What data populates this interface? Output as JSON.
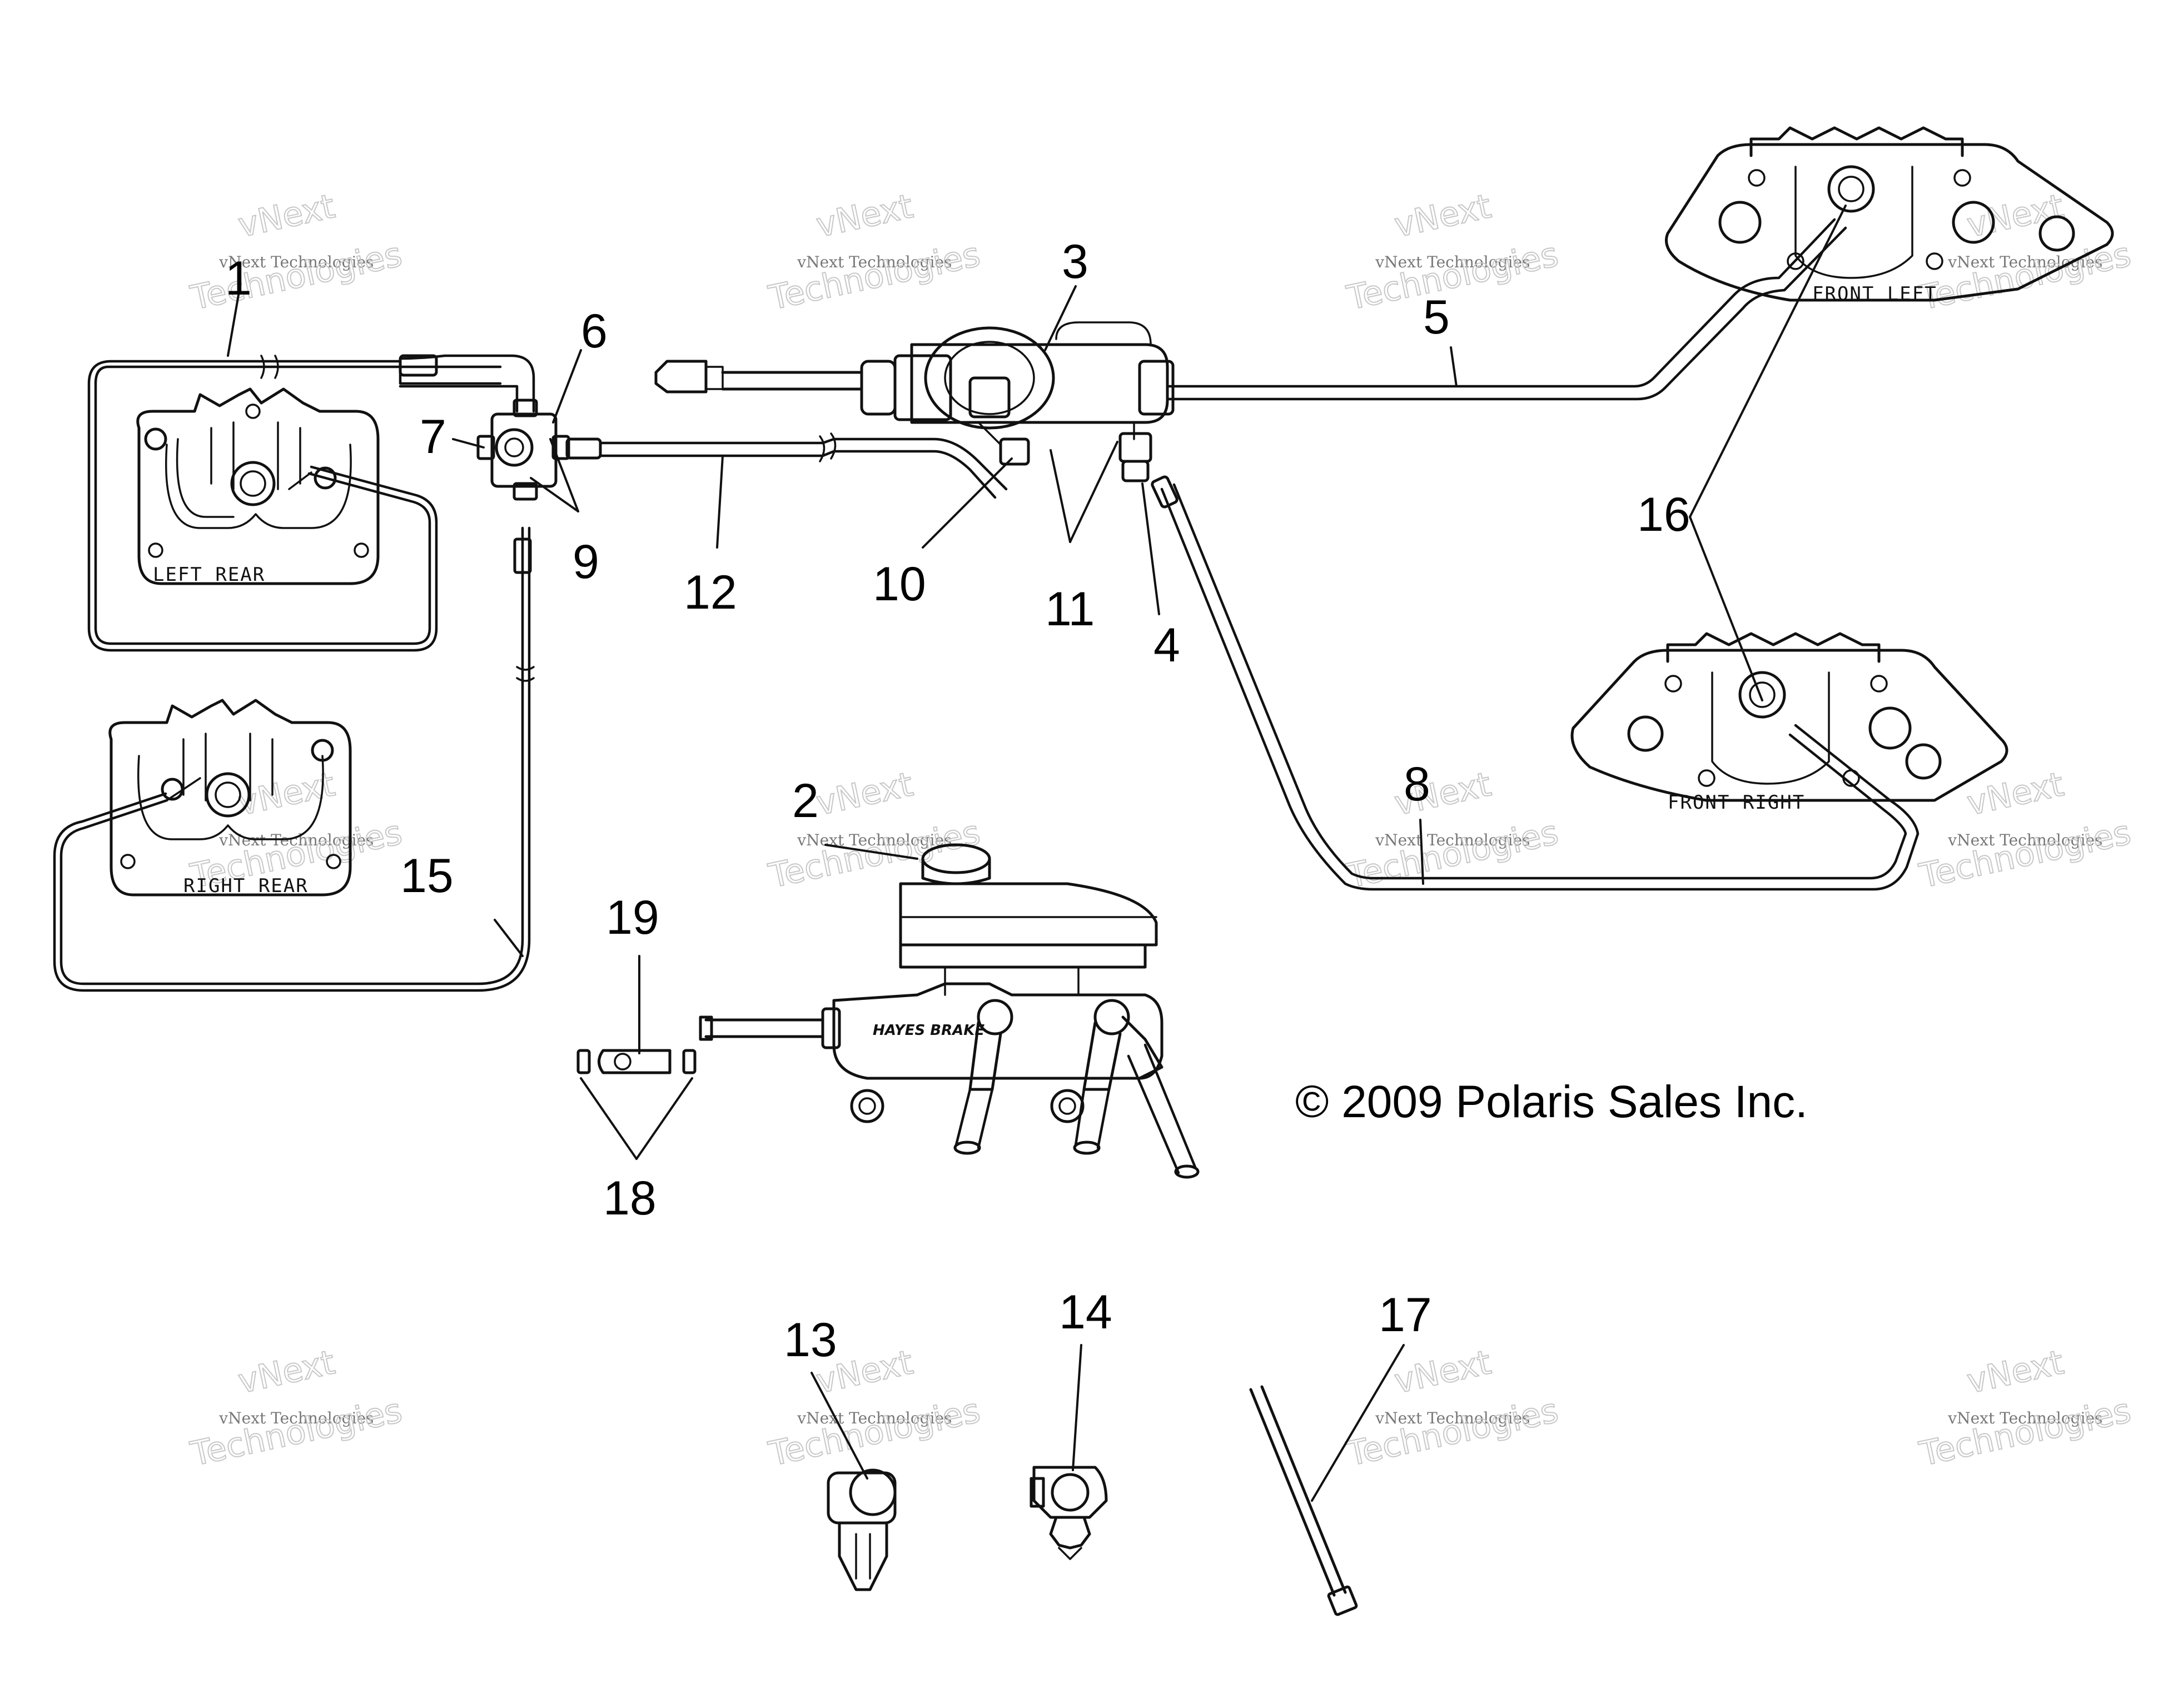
{
  "callouts": {
    "c1": "1",
    "c2": "2",
    "c3": "3",
    "c4": "4",
    "c5": "5",
    "c6": "6",
    "c7": "7",
    "c8": "8",
    "c9": "9",
    "c10": "10",
    "c11": "11",
    "c12": "12",
    "c13": "13",
    "c14": "14",
    "c15": "15",
    "c16": "16",
    "c17": "17",
    "c18": "18",
    "c19": "19"
  },
  "calipers": {
    "left_rear": "LEFT REAR",
    "right_rear": "RIGHT REAR",
    "front_left": "FRONT LEFT",
    "front_right": "FRONT RIGHT"
  },
  "master_cylinder_brand": "HAYES BRAKE",
  "copyright": "© 2009 Polaris Sales Inc.",
  "watermark": {
    "line1": "vNext",
    "line2": "vNext Technologies",
    "line3": "Technologies"
  }
}
